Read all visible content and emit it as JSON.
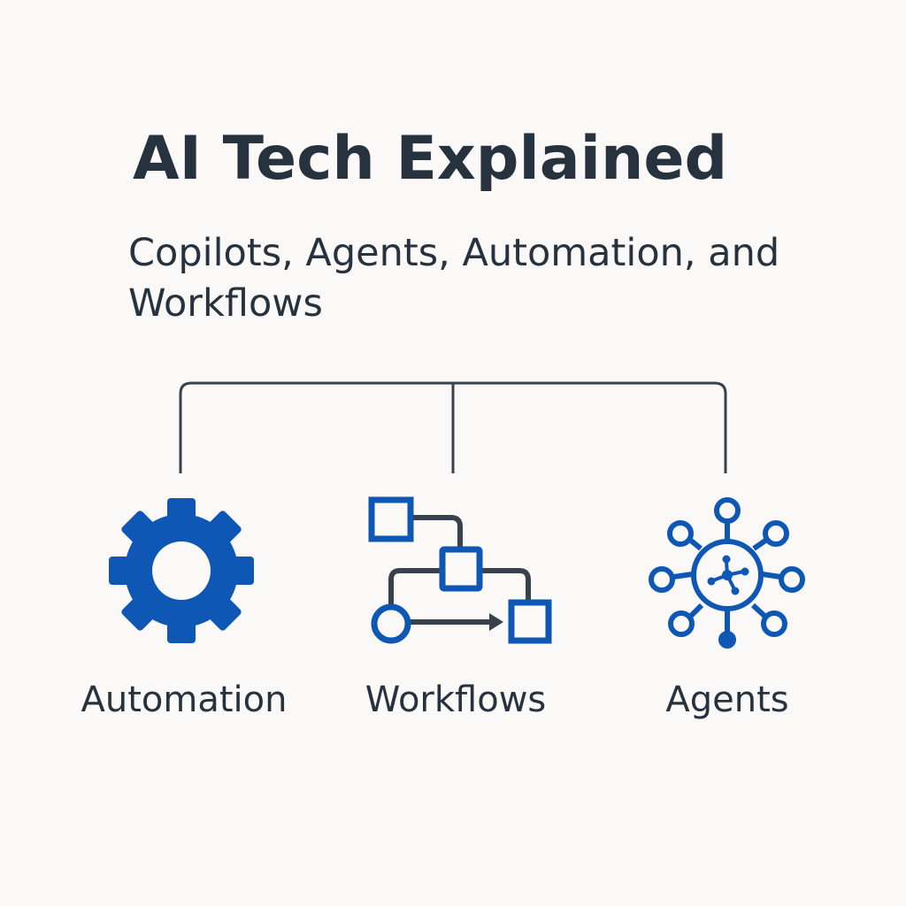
{
  "title": "AI Tech Explained",
  "subtitle": "Copilots, Agents, Automation, and Workflows",
  "items": [
    {
      "label": "Automation",
      "icon": "gear-icon"
    },
    {
      "label": "Workflows",
      "icon": "flowchart-icon"
    },
    {
      "label": "Agents",
      "icon": "network-hub-icon"
    }
  ],
  "colors": {
    "accent": "#0f57b5",
    "line": "#37424d",
    "background": "#faf9f7"
  }
}
